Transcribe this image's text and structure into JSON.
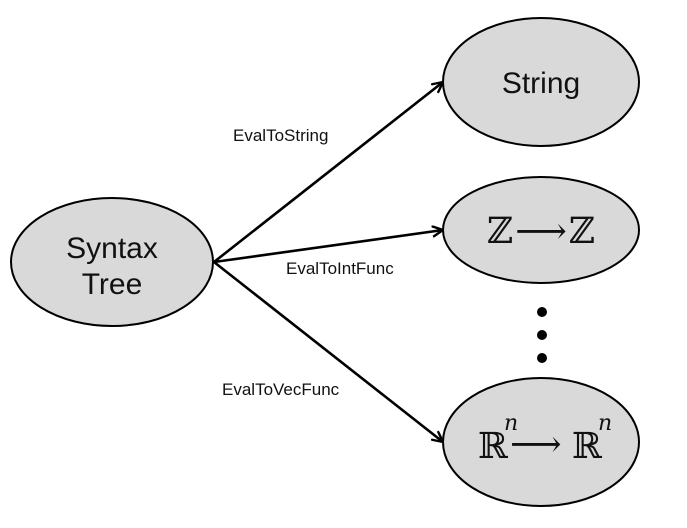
{
  "nodes": {
    "source": {
      "line1": "Syntax",
      "line2": "Tree"
    },
    "string": {
      "label": "String"
    },
    "int_func": {
      "domain": "ℤ",
      "arrow": "⟶",
      "codomain": "ℤ"
    },
    "vec_func": {
      "domain": "ℝ",
      "domain_exp": "n",
      "arrow": "⟶",
      "codomain": "ℝ",
      "codomain_exp": "n"
    }
  },
  "edges": [
    {
      "label": "EvalToString"
    },
    {
      "label": "EvalToIntFunc"
    },
    {
      "label": "EvalToVecFunc"
    }
  ],
  "colors": {
    "node_fill": "#d9d9d9",
    "stroke": "#000000"
  }
}
